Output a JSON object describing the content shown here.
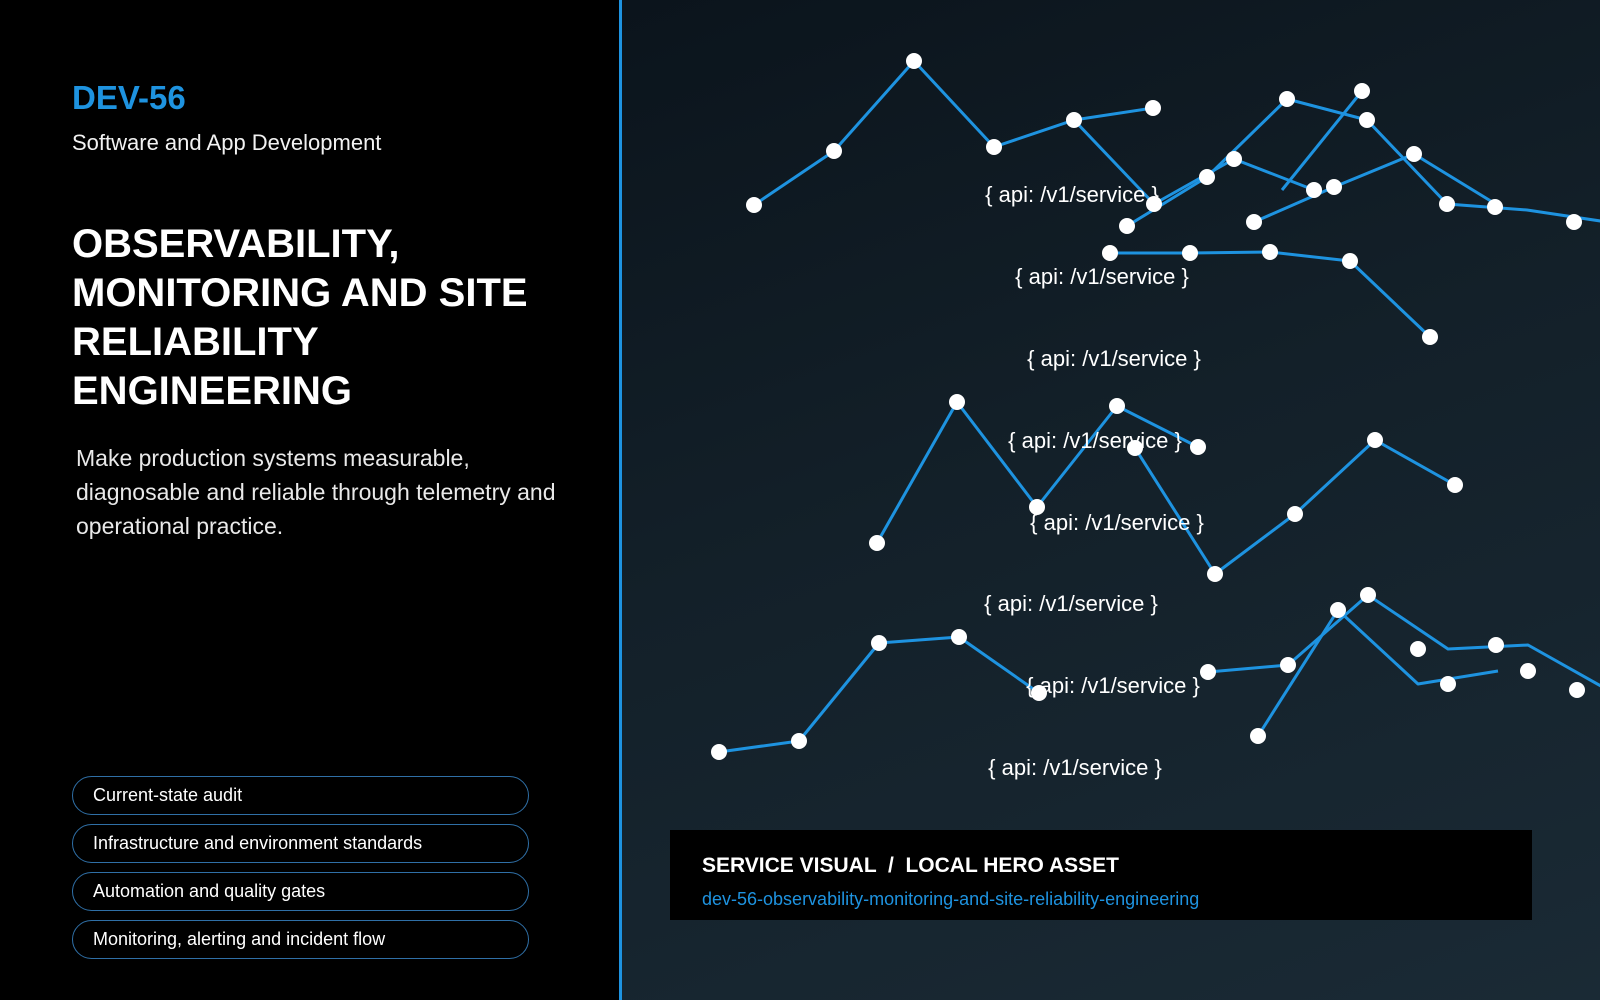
{
  "header": {
    "code": "DEV-56",
    "category": "Software and App Development"
  },
  "title": "OBSERVABILITY, MONITORING AND SITE RELIABILITY ENGINEERING",
  "description": "Make production systems measurable, diagnosable and reliable through telemetry and operational practice.",
  "tags": [
    "Current-state audit",
    "Infrastructure and environment standards",
    "Automation and quality gates",
    "Monitoring, alerting and incident flow"
  ],
  "visual": {
    "api_labels": [
      "{ api: /v1/service }",
      "{ api: /v1/service }",
      "{ api: /v1/service }",
      "{ api: /v1/service }",
      "{ api: /v1/service }",
      "{ api: /v1/service }",
      "{ api: /v1/service }",
      "{ api: /v1/service }"
    ]
  },
  "caption": {
    "title": "SERVICE VISUAL  /  LOCAL HERO ASSET",
    "slug": "dev-56-observability-monitoring-and-site-reliability-engineering"
  },
  "colors": {
    "accent": "#1e93e0",
    "background_left": "#000000",
    "background_right": "#132029",
    "node": "#ffffff"
  }
}
